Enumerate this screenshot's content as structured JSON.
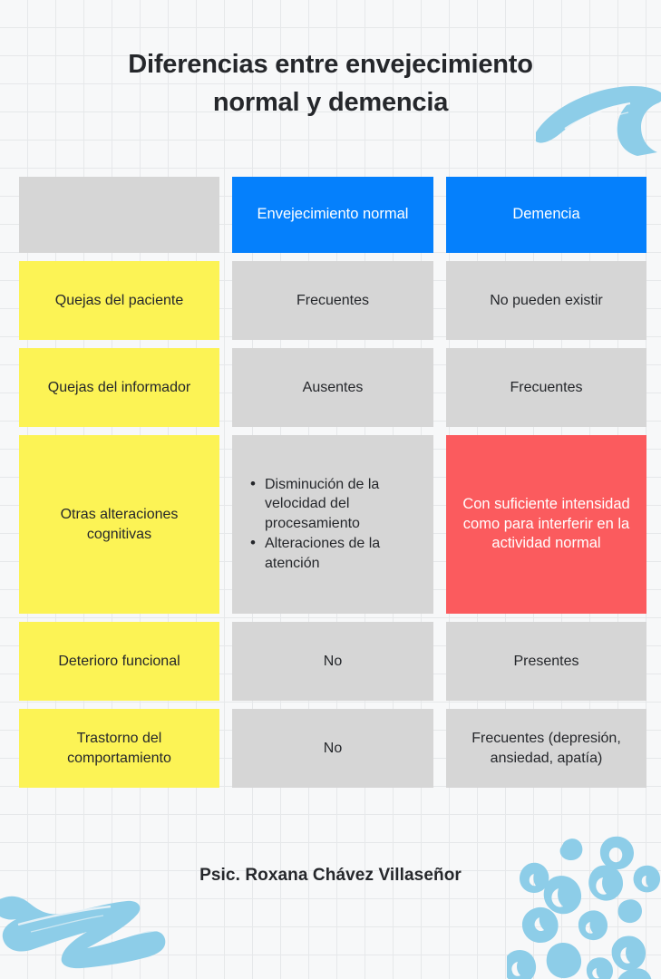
{
  "document": {
    "title_lines": [
      "Diferencias entre envejecimiento",
      "normal y demencia"
    ],
    "credit": "Psic. Roxana Chávez Villaseñor"
  },
  "colors": {
    "background": "#F7F8F9",
    "grid_line": "#E6E8EA",
    "header_accent": "#0580FC",
    "row_label": "#FCF355",
    "cell_neutral": "#D6D6D6",
    "alert": "#FB5B5E",
    "decor_blue": "#8DCDE8",
    "text_dark": "#25272B",
    "text_light": "#FFFFFF"
  },
  "table": {
    "columns": [
      {
        "label": "",
        "style": "bg-gray"
      },
      {
        "label": "Envejecimiento normal",
        "style": "bg-blue"
      },
      {
        "label": "Demencia",
        "style": "bg-blue"
      }
    ],
    "rows": [
      {
        "label": "Quejas del paciente",
        "normal": "Frecuentes",
        "dementia": "No pueden existir",
        "normal_style": "bg-gray",
        "dementia_style": "bg-gray"
      },
      {
        "label": "Quejas del informador",
        "normal": "Ausentes",
        "dementia": "Frecuentes",
        "normal_style": "bg-gray",
        "dementia_style": "bg-gray"
      },
      {
        "label": "Otras alteraciones cognitivas",
        "normal_bullets": [
          "Disminución de la velocidad del procesamiento",
          "Alteraciones de la atención"
        ],
        "dementia": "Con suficiente intensidad como para interferir en la actividad normal",
        "normal_style": "bg-gray",
        "dementia_style": "bg-red"
      },
      {
        "label": "Deterioro funcional",
        "normal": "No",
        "dementia": "Presentes",
        "normal_style": "bg-gray",
        "dementia_style": "bg-gray"
      },
      {
        "label": "Trastorno del comportamiento",
        "normal": "No",
        "dementia": "Frecuentes (depresión, ansiedad, apatía)",
        "normal_style": "bg-gray",
        "dementia_style": "bg-gray"
      }
    ]
  },
  "decorations": [
    {
      "name": "brush-stroke-top-right",
      "color": "#8DCDE8"
    },
    {
      "name": "brush-stroke-bottom-left",
      "color": "#8DCDE8"
    },
    {
      "name": "blob-cluster-bottom-right",
      "color": "#8DCDE8"
    }
  ]
}
